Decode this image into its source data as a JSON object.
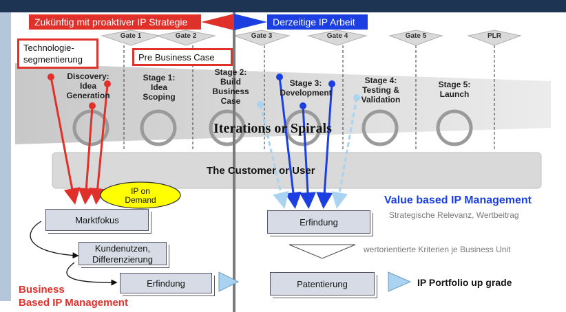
{
  "header": {
    "future_label": "Zukünftig mit proaktiver IP Strategie",
    "current_label": "Derzeitige IP Arbeit"
  },
  "labels": {
    "tech_segment": "Technologie-\nsegmentierung",
    "pre_business_case": "Pre Business Case"
  },
  "gates": [
    "Gate 1",
    "Gate 2",
    "Gate 3",
    "Gate 4",
    "Gate 5",
    "PLR"
  ],
  "stages": [
    "Discovery:\nIdea\nGeneration",
    "Stage 1:\nIdea\nScoping",
    "Stage 2:\nBuild\nBusiness\nCase",
    "Stage 3:\nDevelopment",
    "Stage 4:\nTesting &\nValidation",
    "Stage 5:\nLaunch"
  ],
  "iterations_text": "Iterations or Spirals",
  "customer_text": "The Customer or User",
  "left": {
    "ip_on_demand": "IP on\nDemand",
    "marktfokus": "Marktfokus",
    "kundennutzen": "Kundenutzen,\nDifferenzierung",
    "erfindung": "Erfindung",
    "business_title": "Business\nBased IP Management"
  },
  "right": {
    "value_title": "Value based IP Management",
    "value_subtitle": "Strategische Relevanz, Wertbeitrag",
    "erfindung": "Erfindung",
    "criteria": "wertorientierte Kriterien je Business Unit",
    "patentierung": "Patentierung",
    "portfolio": "IP Portfolio up grade"
  },
  "colors": {
    "red": "#e0302a",
    "blue": "#1b3fe0",
    "lightblue": "#a9d3f0",
    "navy": "#1d3452",
    "yellow": "#ffff00"
  }
}
